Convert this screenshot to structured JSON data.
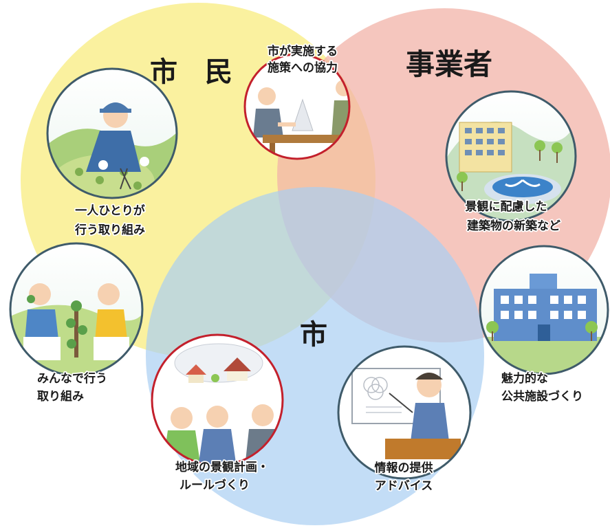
{
  "groups": {
    "citizens": {
      "label": "市　民",
      "color": "#f9ee8e"
    },
    "business": {
      "label": "事業者",
      "color": "#f2b3a8"
    },
    "city": {
      "label": "市",
      "color": "#a9cff2"
    }
  },
  "items": {
    "cooperation": {
      "line1": "市が実施する",
      "line2": "施策への協力",
      "border": "#c3202c"
    },
    "individual": {
      "line1": "一人ひとりが",
      "line2": "行う取り組み",
      "border": "#3f5b6a"
    },
    "building": {
      "line1": "景観に配慮した",
      "line2": "建築物の新築など",
      "border": "#3f5b6a"
    },
    "community": {
      "line1": "みんなで行う",
      "line2": "取り組み",
      "border": "#3f5b6a"
    },
    "public_facility": {
      "line1": "魅力的な",
      "line2": "公共施設づくり",
      "border": "#3f5b6a"
    },
    "planning": {
      "line1": "地域の景観計画・",
      "line2": "ルールづくり",
      "border": "#c3202c"
    },
    "advice": {
      "line1": "情報の提供",
      "line2": "アドバイス",
      "border": "#3f5b6a"
    }
  }
}
